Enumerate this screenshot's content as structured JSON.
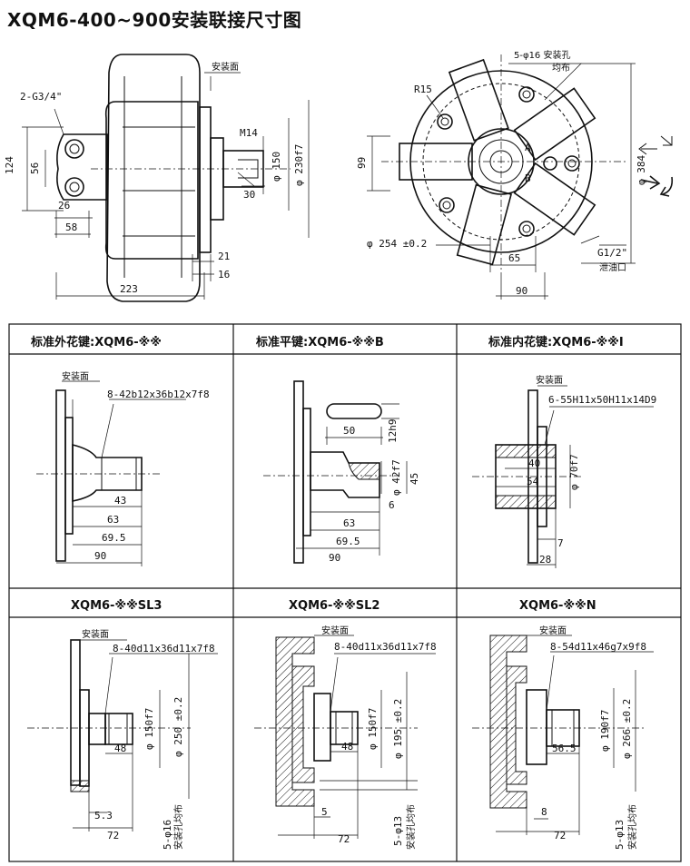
{
  "page": {
    "title": "XQM6-400~900安装联接尺寸图"
  },
  "front_view": {
    "thread_label": "2-G3/4\"",
    "mount_face": "安装面",
    "dims": {
      "d124": "124",
      "d56": "56",
      "d26": "26",
      "d58": "58",
      "d223": "223",
      "d21": "21",
      "d16": "16",
      "m14": "M14",
      "d30": "30",
      "phi150": "φ 150",
      "phi230": "φ 230f7"
    }
  },
  "side_view": {
    "holes_label": "5-φ16 安装孔",
    "holes_sub": "均布",
    "r15": "R15",
    "d99": "99",
    "phi254": "φ 254 ±0.2",
    "d65": "65",
    "d90": "90",
    "phi384": "φ 384",
    "port_a": "A",
    "port_b": "B",
    "g12": "G1/2\"",
    "drain": "泄油口"
  },
  "panels": [
    {
      "header": "标准外花键:XQM6-※※",
      "mount_face": "安装面",
      "spec": "8-42b12x36b12x7f8",
      "dims": [
        "43",
        "63",
        "69.5",
        "90"
      ]
    },
    {
      "header": "标准平键:XQM6-※※B",
      "dims": [
        "50",
        "12h9",
        "φ 42f7",
        "45",
        "6",
        "63",
        "69.5",
        "90"
      ]
    },
    {
      "header": "标准内花键:XQM6-※※I",
      "mount_face": "安装面",
      "spec": "6-55H11x50H11x14D9",
      "dims": [
        "40",
        "54",
        "φ 70f7",
        "7",
        "28"
      ]
    },
    {
      "header": "XQM6-※※SL3",
      "mount_face": "安装面",
      "spec": "8-40d11x36d11x7f8",
      "dims": [
        "φ 150f7",
        "φ 250 ±0.2",
        "48",
        "5.3",
        "72"
      ],
      "holes": "5-φ16",
      "holes_sub": "安装孔均布"
    },
    {
      "header": "XQM6-※※SL2",
      "mount_face": "安装面",
      "spec": "8-40d11x36d11x7f8",
      "dims": [
        "φ 150f7",
        "φ 195 ±0.2",
        "48",
        "5",
        "72"
      ],
      "holes": "5-φ13",
      "holes_sub": "安装孔均布"
    },
    {
      "header": "XQM6-※※N",
      "mount_face": "安装面",
      "spec": "8-54d11x46g7x9f8",
      "dims": [
        "φ 190f7",
        "φ 266 ±0.2",
        "56.5",
        "8",
        "72"
      ],
      "holes": "5-φ13",
      "holes_sub": "安装孔均布"
    }
  ]
}
